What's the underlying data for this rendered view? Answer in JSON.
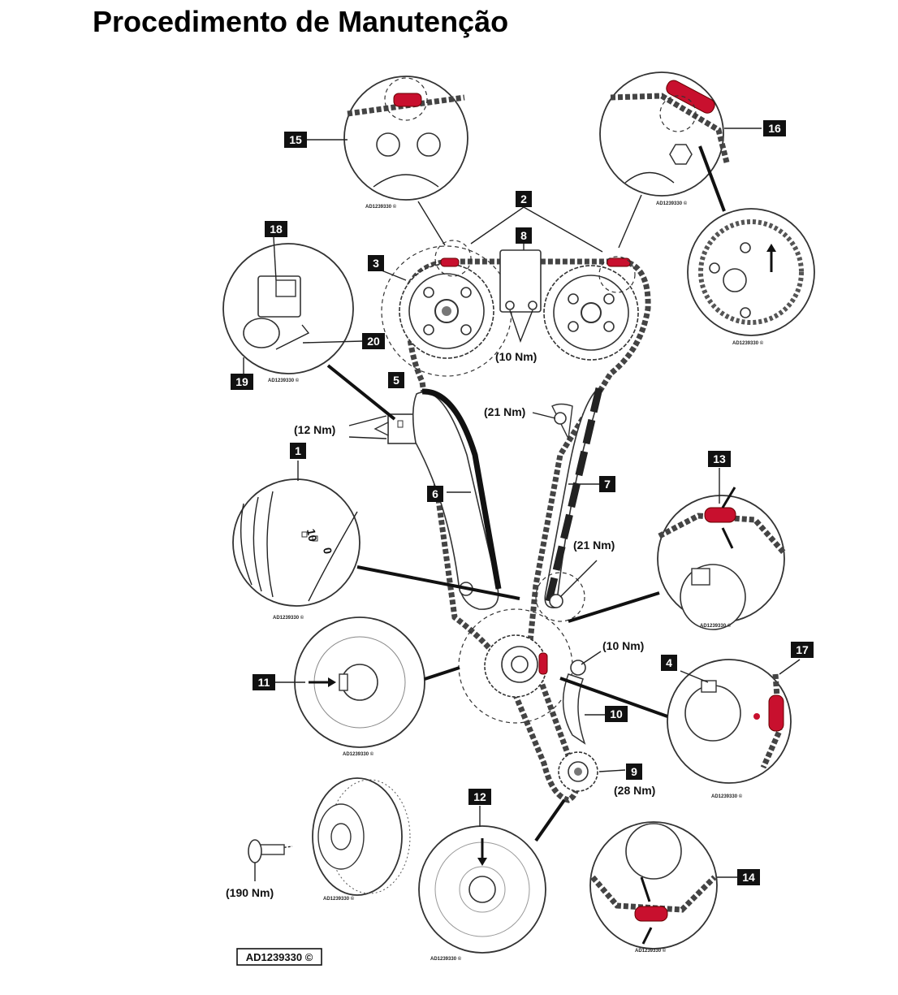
{
  "page_title": "Procedimento de Manutenção",
  "colors": {
    "marker_red": "#c8102e",
    "line": "#222222"
  },
  "callouts": {
    "c1": "1",
    "c2": "2",
    "c3": "3",
    "c4": "4",
    "c5": "5",
    "c6": "6",
    "c7": "7",
    "c8": "8",
    "c9": "9",
    "c10": "10",
    "c11": "11",
    "c12": "12",
    "c13": "13",
    "c14": "14",
    "c15": "15",
    "c16": "16",
    "c17": "17",
    "c18": "18",
    "c19": "19",
    "c20": "20"
  },
  "torques": {
    "t10_upper": "(10 Nm)",
    "t21_upper": "(21 Nm)",
    "t12": "(12 Nm)",
    "t21_lower": "(21 Nm)",
    "t10_lower": "(10 Nm)",
    "t28": "(28 Nm)",
    "t190": "(190 Nm)"
  },
  "detail_caption": "AD1239330 ©",
  "dial_marks": {
    "ten": "10",
    "zero": "0"
  },
  "figure_reference": "AD1239330 ©"
}
